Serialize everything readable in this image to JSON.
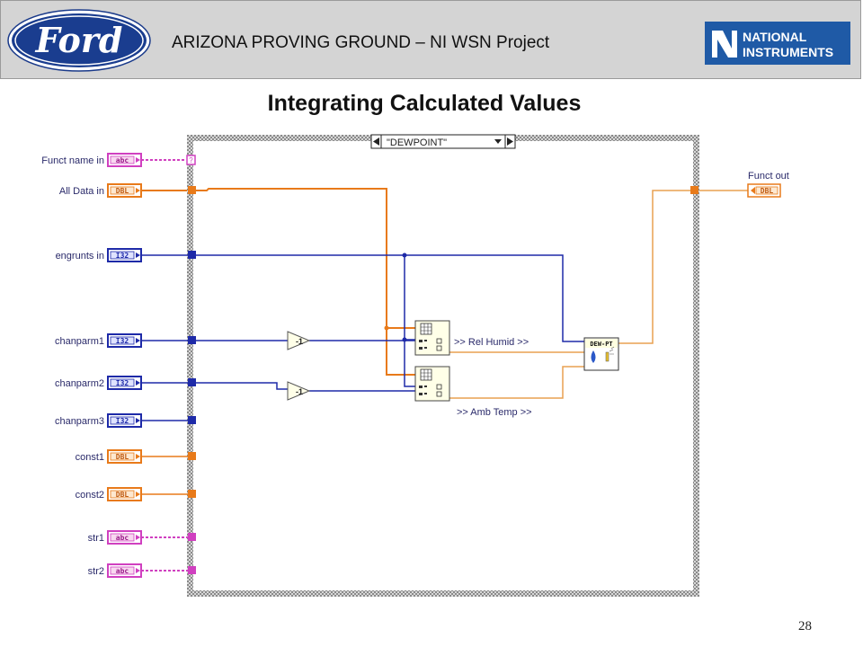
{
  "header": {
    "title": "ARIZONA PROVING GROUND – NI WSN Project",
    "ford_logo_text": "Ford",
    "ni_logo_line1": "NATIONAL",
    "ni_logo_line2": "INSTRUMENTS"
  },
  "slide_title": "Integrating Calculated Values",
  "page_number": "28",
  "colors": {
    "orange_wire": "#e87a1a",
    "blue_wire": "#1e2aa8",
    "pink_wire": "#d040c0",
    "case_border": "#6a6a6a"
  },
  "diagram": {
    "case_selector": "\"DEWPOINT\"",
    "inputs": [
      {
        "name": "Funct name in",
        "type": "abc",
        "kind": "string"
      },
      {
        "name": "All Data in",
        "type": "DBL",
        "kind": "double"
      },
      {
        "name": "engrunts in",
        "type": "I32",
        "kind": "integer"
      },
      {
        "name": "chanparm1",
        "type": "I32",
        "kind": "integer"
      },
      {
        "name": "chanparm2",
        "type": "I32",
        "kind": "integer"
      },
      {
        "name": "chanparm3",
        "type": "I32",
        "kind": "integer"
      },
      {
        "name": "const1",
        "type": "DBL",
        "kind": "double"
      },
      {
        "name": "const2",
        "type": "DBL",
        "kind": "double"
      },
      {
        "name": "str1",
        "type": "abc",
        "kind": "string"
      },
      {
        "name": "str2",
        "type": "abc",
        "kind": "string"
      }
    ],
    "output": {
      "name": "Funct out",
      "type": "DBL"
    },
    "decrement_symbol": "-1",
    "wire_labels": [
      ">> Rel Humid >>",
      ">> Amb Temp >>"
    ],
    "subvi_label": "DEW-PT"
  }
}
